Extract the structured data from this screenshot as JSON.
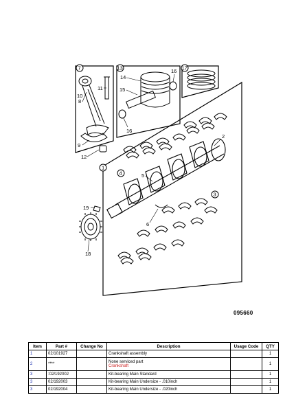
{
  "diagram": {
    "figure_id": "095660",
    "callouts": {
      "c7": "7",
      "c13": "13",
      "c16a": "16",
      "c17": "17",
      "c14": "14",
      "c15": "15",
      "c16b": "16",
      "c11": "11",
      "c10": "10",
      "c8": "8",
      "c9": "9",
      "c12": "12",
      "c2": "2",
      "c1": "1",
      "c4": "4",
      "c5": "5",
      "c3": "3",
      "c19": "19",
      "c6": "6",
      "c18": "18"
    }
  },
  "table": {
    "headers": [
      "Item",
      "Part #",
      "Change No",
      "Description",
      "Usage Code",
      "QTY"
    ],
    "rows": [
      {
        "item": "1",
        "part": "02/101927",
        "change": "",
        "description": "Crankshaft assembly",
        "note": "",
        "usage": "",
        "qty": "1"
      },
      {
        "item": "2",
        "part": "****",
        "change": "",
        "description": "None serviced part",
        "note": "Crankshaft",
        "usage": "",
        "qty": "1"
      },
      {
        "item": "3",
        "part": ":02/192002",
        "change": "",
        "description": "Kit-bearing Main Standard",
        "note": "",
        "usage": "",
        "qty": "1"
      },
      {
        "item": "3",
        "part": "02/192003",
        "change": "",
        "description": "Kit-bearing Main Undersize - .010inch",
        "note": "",
        "usage": "",
        "qty": "1"
      },
      {
        "item": "3",
        "part": "02/192004",
        "change": "",
        "description": "Kit-bearing Main Undersize - .020inch",
        "note": "",
        "usage": "",
        "qty": "1"
      }
    ]
  }
}
